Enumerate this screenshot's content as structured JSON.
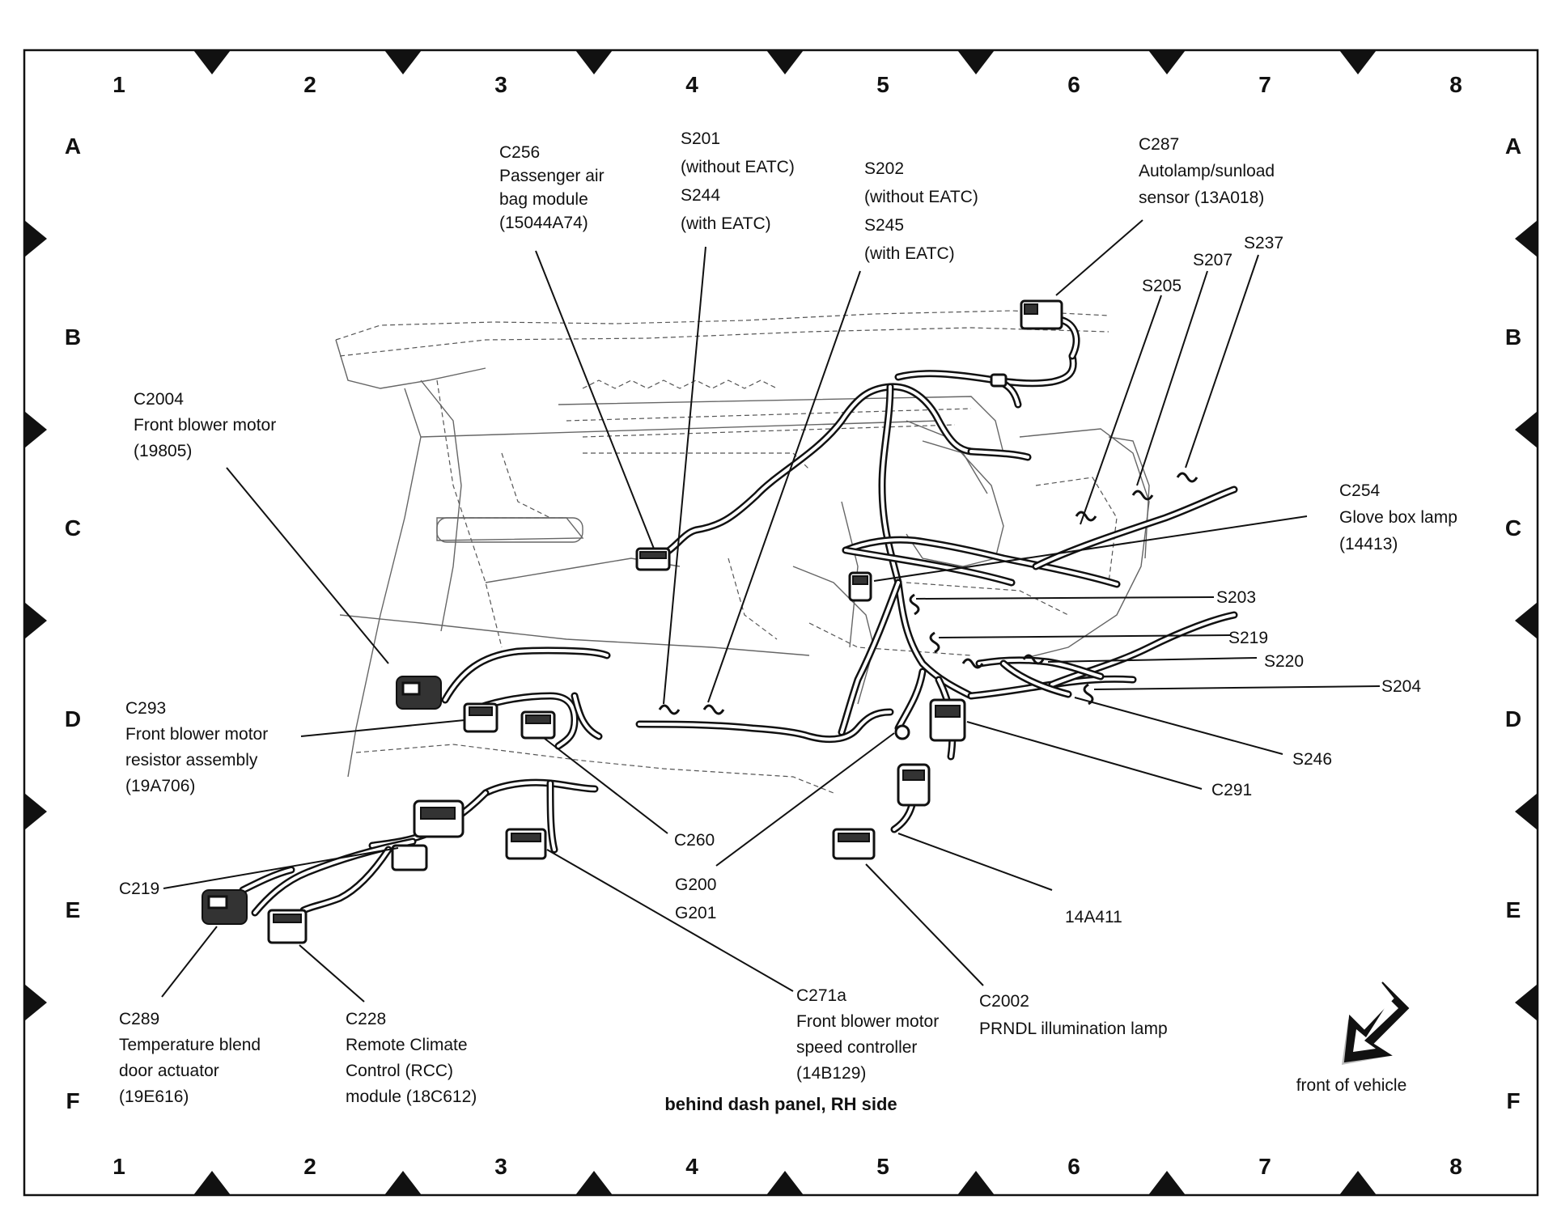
{
  "grid": {
    "columns": [
      "1",
      "2",
      "3",
      "4",
      "5",
      "6",
      "7",
      "8"
    ],
    "rows": [
      "A",
      "B",
      "C",
      "D",
      "E",
      "F"
    ]
  },
  "caption": "behind dash panel, RH side",
  "orientation": {
    "label": "front of vehicle",
    "icon": "arrow-down-left-icon"
  },
  "labels": {
    "c256": [
      "C256",
      "Passenger air",
      "bag module",
      "(15044A74)"
    ],
    "s201": [
      "S201",
      "(without EATC)",
      "S244",
      "(with EATC)"
    ],
    "s202": [
      "S202",
      "(without EATC)",
      "S245",
      "(with EATC)"
    ],
    "c287": [
      "C287",
      "Autolamp/sunload",
      "sensor (13A018)"
    ],
    "s237": [
      "S237"
    ],
    "s207": [
      "S207"
    ],
    "s205": [
      "S205"
    ],
    "c2004": [
      "C2004",
      "Front blower motor",
      "(19805)"
    ],
    "c254": [
      "C254",
      "Glove box lamp",
      "(14413)"
    ],
    "s203": [
      "S203"
    ],
    "s219": [
      "S219"
    ],
    "s220": [
      "S220"
    ],
    "s204": [
      "S204"
    ],
    "c293": [
      "C293",
      "Front blower motor",
      "resistor assembly",
      "(19A706)"
    ],
    "s246": [
      "S246"
    ],
    "c291": [
      "C291"
    ],
    "c260": [
      "C260"
    ],
    "g200": [
      "G200",
      "G201"
    ],
    "c219": [
      "C219"
    ],
    "c14a411": [
      "14A411"
    ],
    "c271a": [
      "C271a",
      "Front blower motor",
      "speed controller",
      "(14B129)"
    ],
    "c2002": [
      "C2002",
      "PRNDL illumination lamp"
    ],
    "c289": [
      "C289",
      "Temperature blend",
      "door actuator",
      "(19E616)"
    ],
    "c228": [
      "C228",
      "Remote Climate",
      "Control (RCC)",
      "module (18C612)"
    ]
  }
}
